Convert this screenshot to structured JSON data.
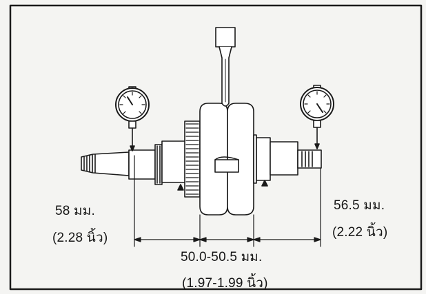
{
  "dimensions": {
    "left_mm": "58 มม.",
    "left_in": "(2.28 นิ้ว)",
    "right_mm": "56.5 มม.",
    "right_in": "(2.22 นิ้ว)",
    "center_mm": "50.0-50.5 มม.",
    "center_in": "(1.97-1.99 นิ้ว)"
  },
  "colors": {
    "ink": "#1a1a1a",
    "paper": "#f4f4f2"
  },
  "icons": [
    "dial-gauge-icon",
    "crankshaft-icon",
    "timing-gear-icon"
  ]
}
